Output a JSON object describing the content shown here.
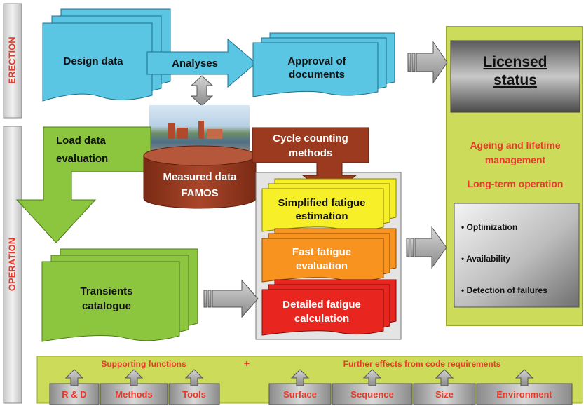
{
  "side_labels": {
    "erection": "ERECTION",
    "operation": "OPERATION"
  },
  "design": {
    "label": "Design data"
  },
  "analyses": {
    "label": "Analyses"
  },
  "approval": {
    "line1": "Approval of",
    "line2": "documents"
  },
  "licensed": {
    "line1": "Licensed",
    "line2": "status"
  },
  "load": {
    "line1": "Load data",
    "line2": "evaluation"
  },
  "measured": {
    "line1": "Measured data",
    "line2": "FAMOS"
  },
  "cycle": {
    "line1": "Cycle counting",
    "line2": "methods"
  },
  "simplified": {
    "line1": "Simplified fatigue",
    "line2": "estimation"
  },
  "fast": {
    "line1": "Fast fatigue",
    "line2": "evaluation"
  },
  "detailed": {
    "line1": "Detailed fatigue",
    "line2": "calculation"
  },
  "transients": {
    "line1": "Transients",
    "line2": "catalogue"
  },
  "ageing": {
    "line1": "Ageing and lifetime",
    "line2": "management",
    "line3": "Long-term operation"
  },
  "bullets": [
    "• Optimization",
    "• Availability",
    "• Detection of failures"
  ],
  "bottom": {
    "supporting": "Supporting functions",
    "plus": "+",
    "further": "Further effects from code requirements",
    "items": [
      "R & D",
      "Methods",
      "Tools",
      "Surface",
      "Sequence",
      "Size",
      "Environment"
    ]
  },
  "colors": {
    "cyan": "#5bc6e3",
    "green": "#8cc63f",
    "light_green": "#ccdc5a",
    "brown": "#9b3a1e",
    "red_text": "#e8392b",
    "yellow": "#f7ef27",
    "orange": "#f7931e",
    "red": "#e8261f",
    "gray": "#8c8c8c"
  }
}
